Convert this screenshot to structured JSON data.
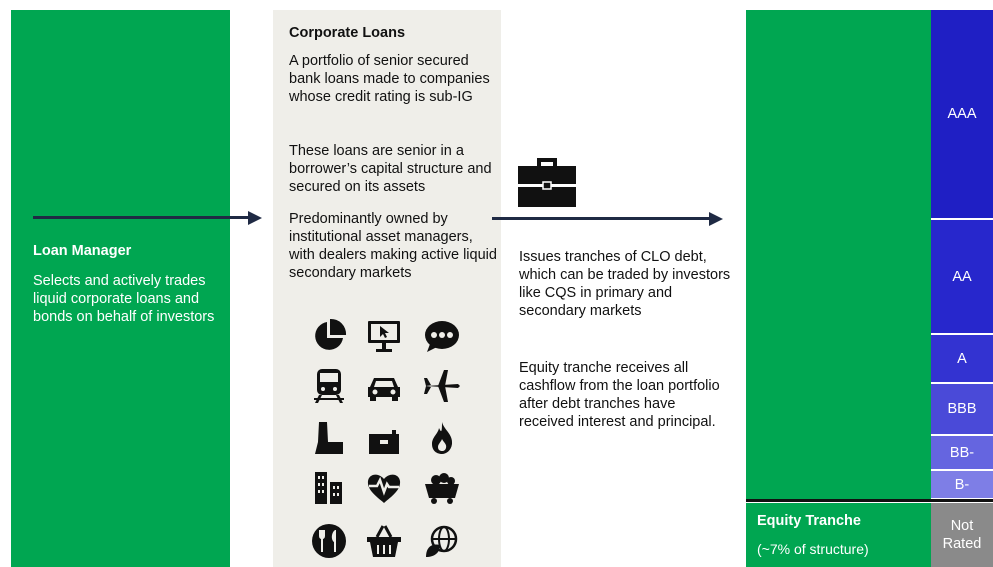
{
  "loan_manager": {
    "title": "Loan Manager",
    "description": "Selects and actively trades liquid corporate loans and bonds on behalf of investors"
  },
  "corporate_loans": {
    "title": "Corporate Loans",
    "paragraphs": [
      "A portfolio of senior secured bank loans made to companies whose credit rating is sub-IG",
      "These loans are senior in a borrower’s capital structure and secured on its assets",
      "Predominantly owned by institutional asset managers, with dealers making active liquid secondary markets"
    ],
    "sector_icons": [
      "pie-chart-icon",
      "monitor-icon",
      "chat-bubble-icon",
      "train-icon",
      "car-icon",
      "airplane-icon",
      "factory-icon",
      "industrial-building-icon",
      "flame-icon",
      "buildings-icon",
      "heart-pulse-icon",
      "mine-cart-icon",
      "restaurant-icon",
      "shopping-basket-icon",
      "globe-leaf-icon"
    ]
  },
  "clo": {
    "icon": "briefcase-icon",
    "issues_text": "Issues tranches of CLO debt, which can be traded by investors like CQS in primary and secondary markets",
    "equity_text": "Equity tranche receives all cashflow from the loan portfolio after debt tranches have received interest and principal."
  },
  "capital_stack": {
    "tranches": [
      "AAA",
      "AA",
      "A",
      "BBB",
      "BB-",
      "B-"
    ],
    "equity": {
      "title": "Equity Tranche",
      "subtitle": "(~7% of structure)",
      "rating": "Not Rated"
    }
  },
  "colors": {
    "green": "#00a651",
    "panel": "#efeee9",
    "arrow": "#1f2a44",
    "tranche_blue": "#1f1fc4",
    "not_rated_gray": "#8a8a8a"
  }
}
